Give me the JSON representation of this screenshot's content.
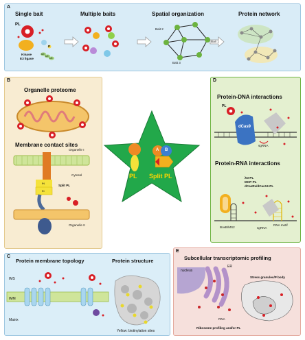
{
  "panelA": {
    "label": "A",
    "titles": [
      "Single bait",
      "Multiple baits",
      "Spatial organization",
      "Protein network"
    ],
    "pl": "PL",
    "kinase": "Kinase",
    "e3": "E3 ligase",
    "p": "P",
    "ub": [
      "Ub",
      "Ub",
      "Ub"
    ],
    "baits": [
      "Bait 2",
      "Bait 1",
      "Bait 3"
    ]
  },
  "panelB": {
    "label": "B",
    "title1": "Organelle proteome",
    "title2": "Membrane contact sites",
    "org1": "Organelle I",
    "cytosol": "Cytosol",
    "splitpl": "Split PL",
    "org2": "Organelle II",
    "fragN": "fN",
    "fragC": "fC"
  },
  "center": {
    "pl": "PL",
    "splitpl": "Split PL",
    "a": "A",
    "b": "B"
  },
  "panelC": {
    "label": "C",
    "title1": "Protein membrane topology",
    "title2": "Protein structure",
    "ims": "IMS",
    "imm": "IMM",
    "matrix": "Matrix",
    "yellow": "Yellow: biotinylation sites"
  },
  "panelD": {
    "label": "D",
    "title1": "Protein-DNA interactions",
    "title2": "Protein-RNA interactions",
    "pl": "PL",
    "dcas9": "dCas9",
    "sgrna": "sgRNA",
    "rnaprot": [
      "λN-PL",
      "MCP-PL",
      "dCasRx/dCas13-PL"
    ],
    "boxb": "BoxB/MS2",
    "sgrna2": "sgRNA",
    "rnamotif": "RNA motif"
  },
  "panelE": {
    "label": "E",
    "title": "Subcellular transcriptomic profiling",
    "nucleus": "nucleus",
    "er": "ER",
    "stress": "Stress granules/P body",
    "rna": "RNA",
    "ribo": "Ribosome profiling and/or PL"
  },
  "colors": {
    "panelA": "#d9ecf7",
    "panelB": "#f8ecd2",
    "panelD": "#e4f0d0",
    "panelC": "#dbeef8",
    "panelE": "#f6e0dc",
    "star": "#22a84a",
    "pl": "#d81f26"
  }
}
